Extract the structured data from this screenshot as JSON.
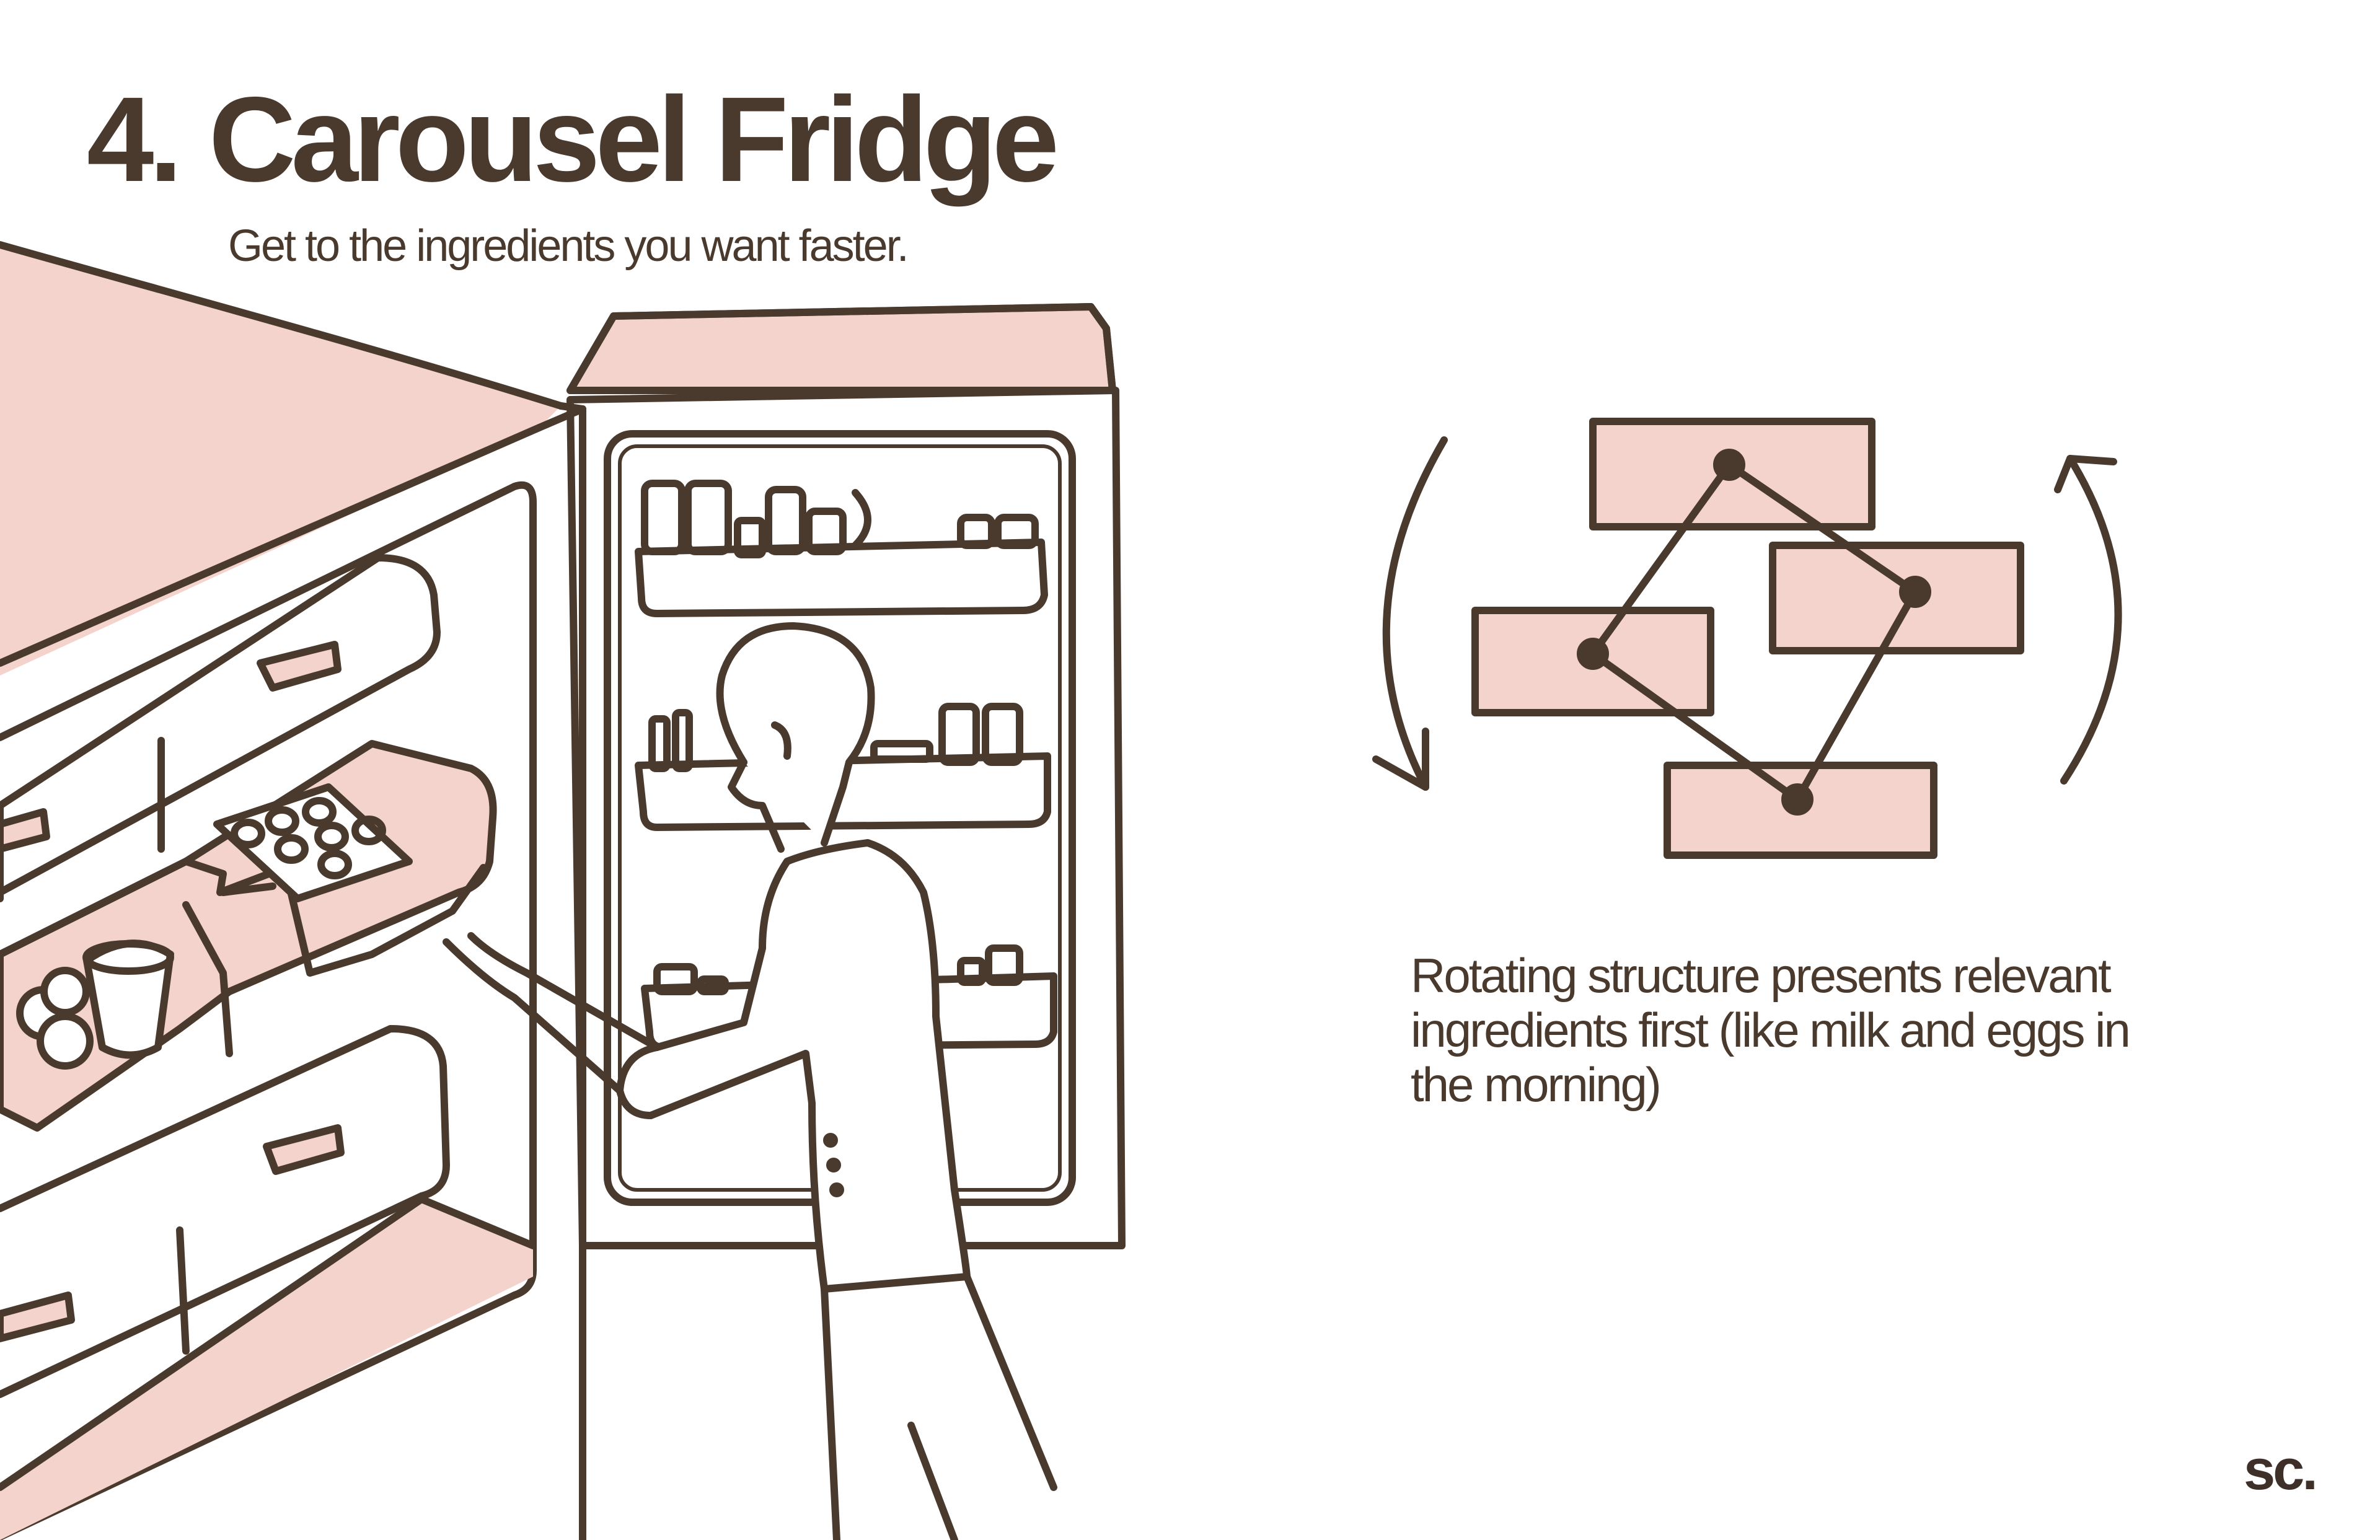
{
  "header": {
    "number": "4.",
    "title": "Carousel Fridge",
    "subtitle": "Get to the ingredients you want faster."
  },
  "diagram": {
    "description": "Rotating structure presents relevant ingredients first (like milk and eggs in the morning)"
  },
  "footer": {
    "logo": "sc."
  },
  "colors": {
    "ink": "#4a3a2e",
    "accent_fill": "#f4d3cc",
    "background": "#ffffff"
  }
}
